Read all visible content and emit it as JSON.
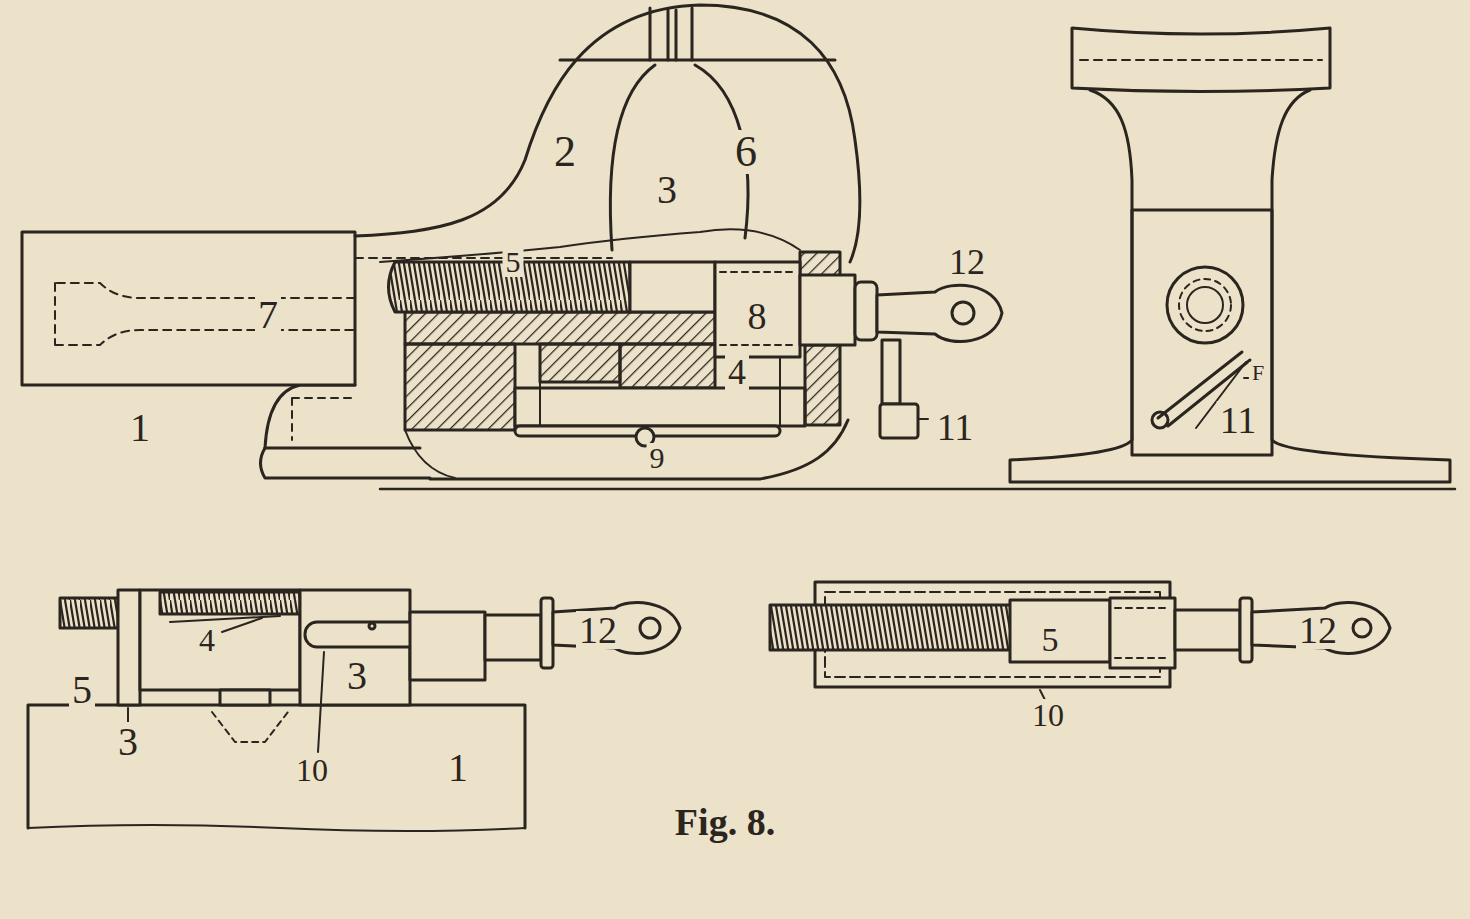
{
  "diagram": {
    "caption": "Fig. 8.",
    "labels": [
      "2",
      "6",
      "3",
      "5",
      "7",
      "12",
      "8",
      "4",
      "1",
      "11",
      "9",
      "11",
      "F",
      "5",
      "4",
      "3",
      "3",
      "10",
      "1",
      "12",
      "5",
      "10",
      "12"
    ]
  }
}
